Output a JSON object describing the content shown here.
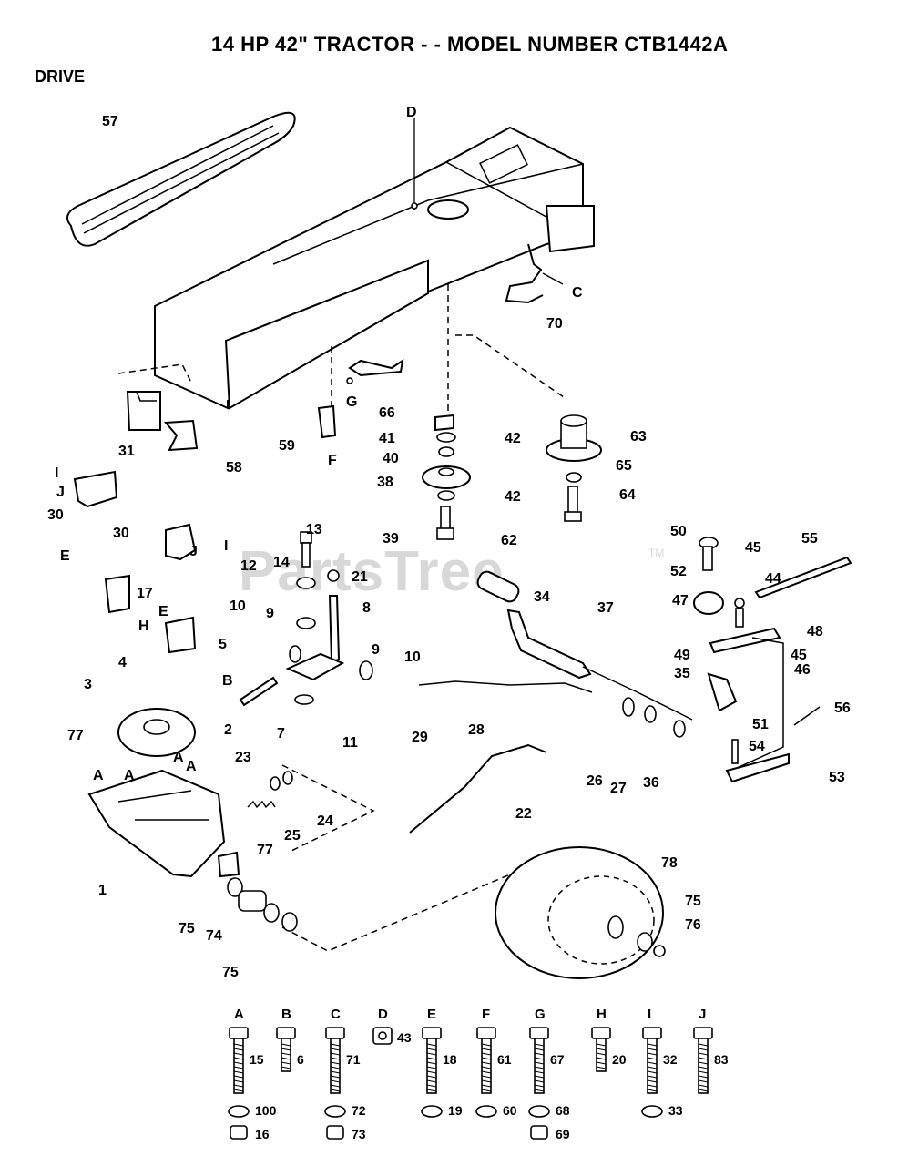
{
  "header": {
    "title": "14 HP 42\" TRACTOR - - MODEL NUMBER CTB1442A",
    "section": "DRIVE"
  },
  "watermark": {
    "text": "PartsTree",
    "tm": "TM"
  },
  "callouts": [
    {
      "id": "57",
      "label": "57"
    },
    {
      "id": "D-top",
      "label": "D"
    },
    {
      "id": "C",
      "label": "C"
    },
    {
      "id": "70",
      "label": "70"
    },
    {
      "id": "G",
      "label": "G"
    },
    {
      "id": "66",
      "label": "66"
    },
    {
      "id": "63",
      "label": "63"
    },
    {
      "id": "31",
      "label": "31"
    },
    {
      "id": "58",
      "label": "58"
    },
    {
      "id": "59",
      "label": "59"
    },
    {
      "id": "F",
      "label": "F"
    },
    {
      "id": "41",
      "label": "41"
    },
    {
      "id": "42a",
      "label": "42"
    },
    {
      "id": "40",
      "label": "40"
    },
    {
      "id": "38",
      "label": "38"
    },
    {
      "id": "42b",
      "label": "42"
    },
    {
      "id": "65",
      "label": "65"
    },
    {
      "id": "64",
      "label": "64"
    },
    {
      "id": "I1",
      "label": "I"
    },
    {
      "id": "J1",
      "label": "J"
    },
    {
      "id": "30a",
      "label": "30"
    },
    {
      "id": "30b",
      "label": "30"
    },
    {
      "id": "J2",
      "label": "J"
    },
    {
      "id": "I2",
      "label": "I"
    },
    {
      "id": "13",
      "label": "13"
    },
    {
      "id": "39",
      "label": "39"
    },
    {
      "id": "62",
      "label": "62"
    },
    {
      "id": "50",
      "label": "50"
    },
    {
      "id": "45a",
      "label": "45"
    },
    {
      "id": "55",
      "label": "55"
    },
    {
      "id": "E1",
      "label": "E"
    },
    {
      "id": "12",
      "label": "12"
    },
    {
      "id": "14",
      "label": "14"
    },
    {
      "id": "21",
      "label": "21"
    },
    {
      "id": "52",
      "label": "52"
    },
    {
      "id": "44",
      "label": "44"
    },
    {
      "id": "17",
      "label": "17"
    },
    {
      "id": "34",
      "label": "34"
    },
    {
      "id": "37",
      "label": "37"
    },
    {
      "id": "47",
      "label": "47"
    },
    {
      "id": "E2",
      "label": "E"
    },
    {
      "id": "H",
      "label": "H"
    },
    {
      "id": "10a",
      "label": "10"
    },
    {
      "id": "9a",
      "label": "9"
    },
    {
      "id": "8",
      "label": "8"
    },
    {
      "id": "48",
      "label": "48"
    },
    {
      "id": "5",
      "label": "5"
    },
    {
      "id": "B",
      "label": "B"
    },
    {
      "id": "9b",
      "label": "9"
    },
    {
      "id": "10b",
      "label": "10"
    },
    {
      "id": "49",
      "label": "49"
    },
    {
      "id": "45b",
      "label": "45"
    },
    {
      "id": "46",
      "label": "46"
    },
    {
      "id": "4",
      "label": "4"
    },
    {
      "id": "3",
      "label": "3"
    },
    {
      "id": "35",
      "label": "35"
    },
    {
      "id": "2",
      "label": "2"
    },
    {
      "id": "7",
      "label": "7"
    },
    {
      "id": "11",
      "label": "11"
    },
    {
      "id": "29",
      "label": "29"
    },
    {
      "id": "28",
      "label": "28"
    },
    {
      "id": "56",
      "label": "56"
    },
    {
      "id": "51",
      "label": "51"
    },
    {
      "id": "77a",
      "label": "77"
    },
    {
      "id": "A1",
      "label": "A"
    },
    {
      "id": "A2",
      "label": "A"
    },
    {
      "id": "A3",
      "label": "A"
    },
    {
      "id": "A4",
      "label": "A"
    },
    {
      "id": "23",
      "label": "23"
    },
    {
      "id": "54",
      "label": "54"
    },
    {
      "id": "26",
      "label": "26"
    },
    {
      "id": "27",
      "label": "27"
    },
    {
      "id": "36",
      "label": "36"
    },
    {
      "id": "53",
      "label": "53"
    },
    {
      "id": "24",
      "label": "24"
    },
    {
      "id": "25",
      "label": "25"
    },
    {
      "id": "22",
      "label": "22"
    },
    {
      "id": "77b",
      "label": "77"
    },
    {
      "id": "1",
      "label": "1"
    },
    {
      "id": "78",
      "label": "78"
    },
    {
      "id": "75a",
      "label": "75"
    },
    {
      "id": "76",
      "label": "76"
    },
    {
      "id": "75b",
      "label": "75"
    },
    {
      "id": "74",
      "label": "74"
    },
    {
      "id": "75c",
      "label": "75"
    }
  ],
  "hardware": [
    {
      "letter": "A",
      "parts": [
        "15",
        "100",
        "16"
      ]
    },
    {
      "letter": "B",
      "parts": [
        "6"
      ]
    },
    {
      "letter": "C",
      "parts": [
        "71",
        "72",
        "73"
      ]
    },
    {
      "letter": "D",
      "parts": [
        "43"
      ]
    },
    {
      "letter": "E",
      "parts": [
        "18",
        "19"
      ]
    },
    {
      "letter": "F",
      "parts": [
        "61",
        "60"
      ]
    },
    {
      "letter": "G",
      "parts": [
        "67",
        "68",
        "69"
      ]
    },
    {
      "letter": "H",
      "parts": [
        "20"
      ]
    },
    {
      "letter": "I",
      "parts": [
        "32",
        "33"
      ]
    },
    {
      "letter": "J",
      "parts": [
        "83"
      ]
    }
  ]
}
